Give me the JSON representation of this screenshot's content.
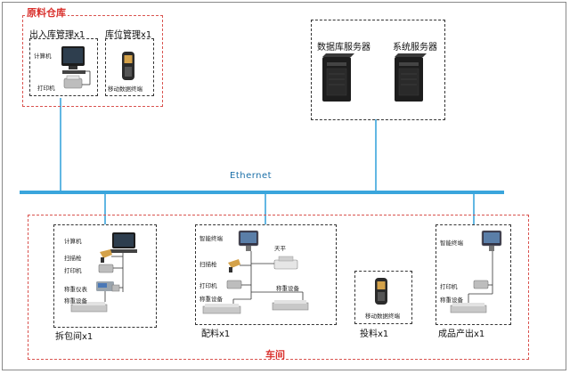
{
  "warehouse": {
    "title": "原料仓库",
    "inout_title": "出入库管理x1",
    "location_title": "库位管理x1",
    "computer": "计算机",
    "printer": "打印机",
    "mobile_terminal": "移动数据终端"
  },
  "servers": {
    "db_server": "数据库服务器",
    "sys_server": "系统服务器"
  },
  "network": {
    "label": "Ethernet",
    "color": "#3aa5dc"
  },
  "workshop": {
    "title": "车间",
    "unpack": {
      "title": "拆包间x1",
      "computer": "计算机",
      "scanner": "扫描枪",
      "printer": "打印机",
      "weigh_instrument": "称重仪表",
      "weigh_device": "称重设备"
    },
    "batching": {
      "title": "配料x1",
      "terminal": "智能终端",
      "balance": "天平",
      "scanner": "扫描枪",
      "printer": "打印机",
      "weigh_device": "称重设备",
      "weigh_device_2": "称重设备"
    },
    "feeding": {
      "title": "投料x1",
      "mobile_terminal": "移动数据终端"
    },
    "output": {
      "title": "成品产出x1",
      "terminal": "智能终端",
      "printer": "打印机",
      "weigh_device": "称重设备"
    }
  },
  "colors": {
    "red_dashed": "#d9534f",
    "black_dashed": "#333333",
    "bus": "#3aa5dc"
  }
}
